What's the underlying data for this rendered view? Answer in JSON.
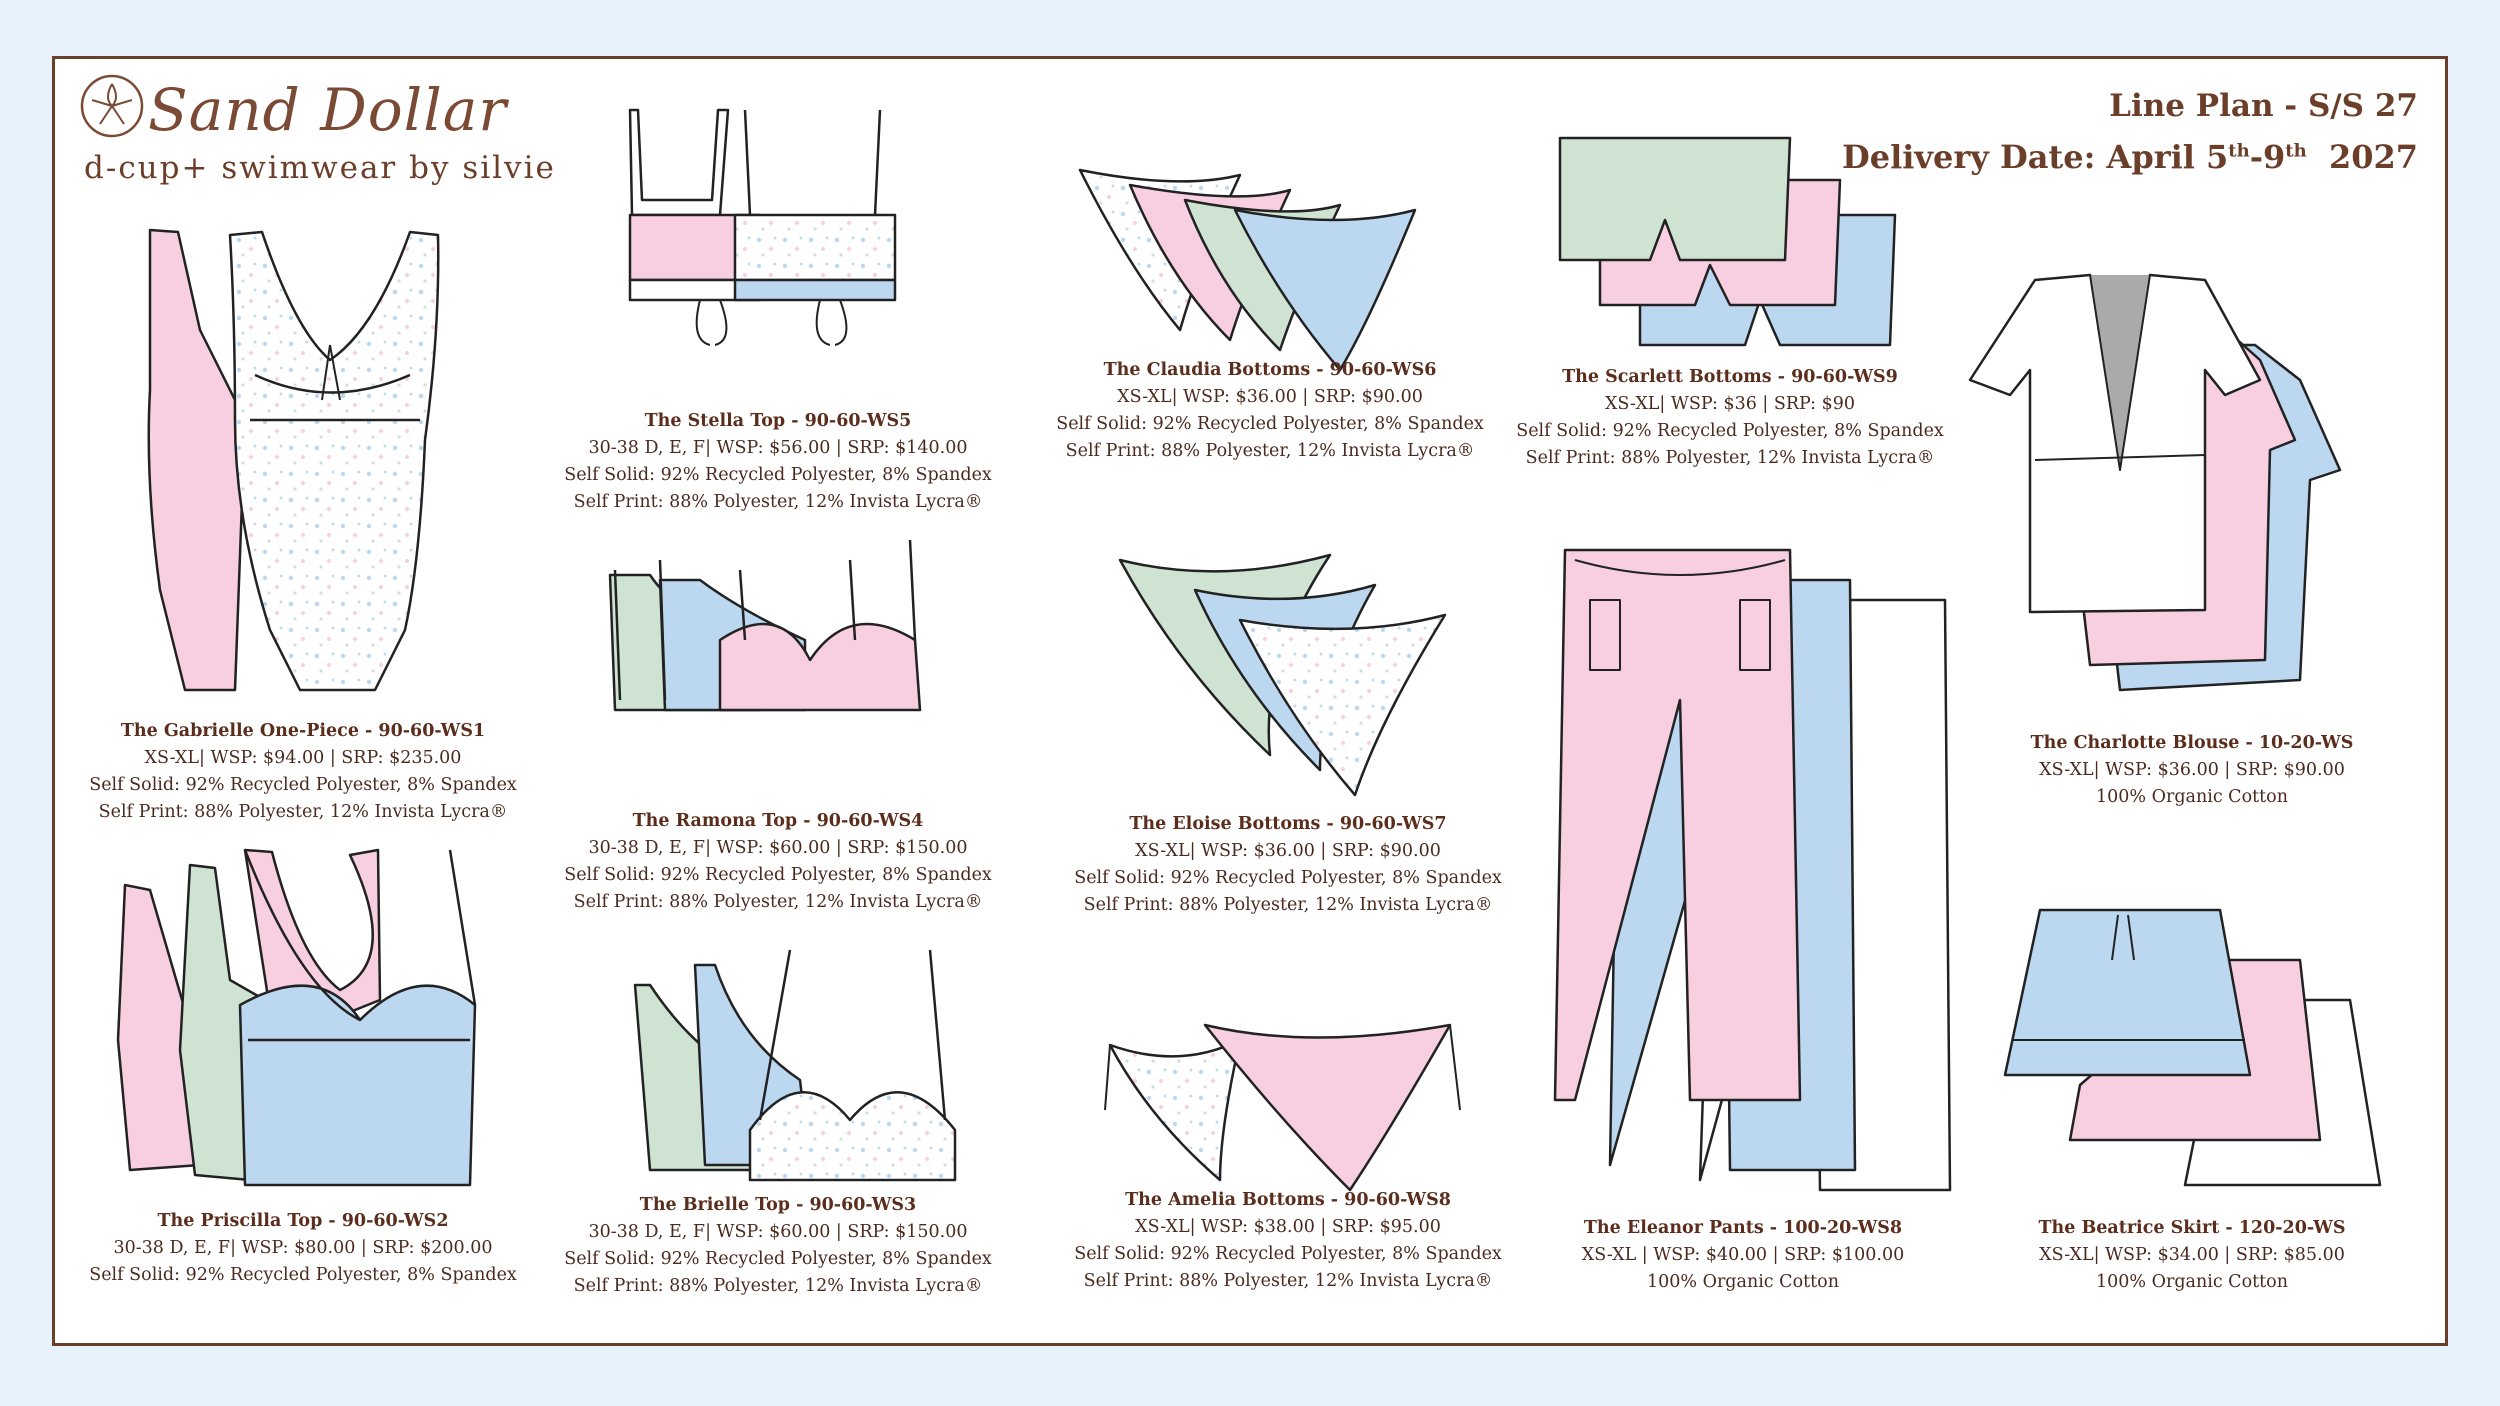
{
  "brand": {
    "name": "Sand Dollar",
    "tagline": "d-cup+ swimwear by silvie"
  },
  "plan": {
    "line": "Line Plan - S/S 27",
    "delivery_prefix": "Delivery Date: April 5",
    "sup1": "th",
    "delivery_mid": "-9",
    "sup2": "th",
    "year": "2027"
  },
  "colors": {
    "pink": "#f7cfe0",
    "blue": "#bcd8f1",
    "green": "#cfe3d2",
    "border": "#6b3e2a",
    "text": "#4a2a1e",
    "background": "#e8f2fc"
  },
  "products": [
    {
      "id": "gabrielle",
      "name": "The Gabrielle One-Piece - 90-60-WS1",
      "lines": [
        "XS-XL| WSP: $94.00 | SRP: $235.00",
        "Self Solid: 92% Recycled Polyester, 8% Spandex",
        "Self Print: 88% Polyester, 12% Invista Lycra®"
      ]
    },
    {
      "id": "priscilla",
      "name": "The Priscilla Top - 90-60-WS2",
      "lines": [
        "30-38 D, E, F| WSP: $80.00 | SRP: $200.00",
        "Self Solid: 92% Recycled Polyester, 8% Spandex"
      ]
    },
    {
      "id": "stella",
      "name": "The Stella Top - 90-60-WS5",
      "lines": [
        "30-38 D, E, F| WSP: $56.00 | SRP: $140.00",
        "Self Solid: 92% Recycled Polyester, 8% Spandex",
        "Self Print: 88% Polyester, 12% Invista Lycra®"
      ]
    },
    {
      "id": "ramona",
      "name": "The Ramona Top - 90-60-WS4",
      "lines": [
        "30-38 D, E, F| WSP: $60.00 | SRP: $150.00",
        "Self Solid: 92% Recycled Polyester, 8% Spandex",
        "Self Print: 88% Polyester, 12% Invista Lycra®"
      ]
    },
    {
      "id": "brielle",
      "name": "The Brielle Top - 90-60-WS3",
      "lines": [
        "30-38 D, E, F| WSP: $60.00 | SRP: $150.00",
        "Self Solid: 92% Recycled Polyester, 8% Spandex",
        "Self Print: 88% Polyester, 12% Invista Lycra®"
      ]
    },
    {
      "id": "claudia",
      "name": "The Claudia Bottoms - 90-60-WS6",
      "lines": [
        "XS-XL| WSP: $36.00 | SRP: $90.00",
        "Self Solid: 92% Recycled Polyester, 8% Spandex",
        "Self Print: 88% Polyester, 12% Invista Lycra®"
      ]
    },
    {
      "id": "eloise",
      "name": "The Eloise Bottoms - 90-60-WS7",
      "lines": [
        "XS-XL| WSP: $36.00 | SRP: $90.00",
        "Self Solid: 92% Recycled Polyester, 8% Spandex",
        "Self Print: 88% Polyester, 12% Invista Lycra®"
      ]
    },
    {
      "id": "amelia",
      "name": "The Amelia Bottoms - 90-60-WS8",
      "lines": [
        "XS-XL| WSP: $38.00 | SRP: $95.00",
        "Self Solid: 92% Recycled Polyester, 8% Spandex",
        "Self Print: 88% Polyester, 12% Invista Lycra®"
      ]
    },
    {
      "id": "scarlett",
      "name": "The Scarlett Bottoms - 90-60-WS9",
      "lines": [
        "XS-XL| WSP: $36 | SRP: $90",
        "Self Solid: 92% Recycled Polyester, 8% Spandex",
        "Self Print: 88% Polyester, 12% Invista Lycra®"
      ]
    },
    {
      "id": "eleanor",
      "name": "The Eleanor Pants - 100-20-WS8",
      "lines": [
        "XS-XL | WSP: $40.00 | SRP: $100.00",
        "100% Organic Cotton"
      ]
    },
    {
      "id": "charlotte",
      "name": "The Charlotte Blouse - 10-20-WS",
      "lines": [
        "XS-XL| WSP: $36.00 | SRP: $90.00",
        "100% Organic Cotton"
      ]
    },
    {
      "id": "beatrice",
      "name": "The Beatrice Skirt - 120-20-WS",
      "lines": [
        "XS-XL| WSP: $34.00 | SRP: $85.00",
        "100% Organic Cotton"
      ]
    }
  ]
}
